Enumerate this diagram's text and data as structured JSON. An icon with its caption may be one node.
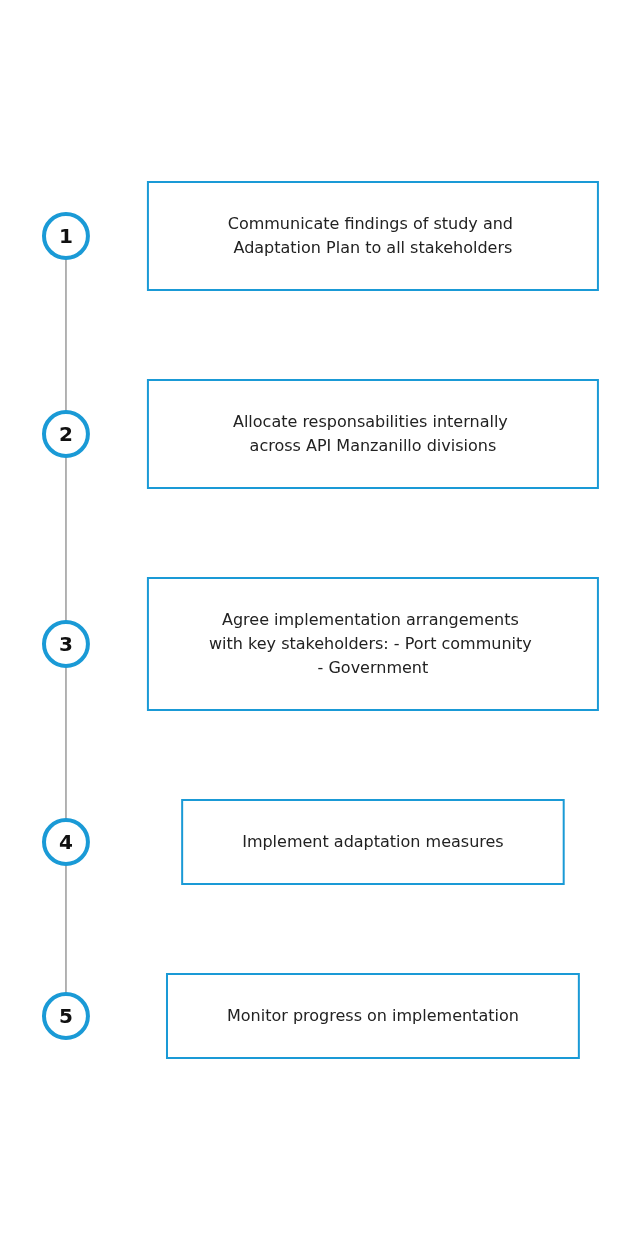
{
  "diagram": {
    "nodes": [
      {
        "text": [
          "1"
        ]
      },
      {
        "text": [
          "Communicate findings of study and Adaptation Plan to all stakeholders"
        ]
      },
      {
        "text": [
          "2"
        ]
      },
      {
        "text": [
          "Allocate responsabilities internally across API Manzanillo divisions"
        ]
      },
      {
        "text": [
          "3"
        ]
      },
      {
        "text": [
          "Agree implementation arrangements with key stakeholders: - Port community - Government"
        ]
      },
      {
        "text": [
          "4"
        ]
      },
      {
        "text": [
          "Implement adaptation measures"
        ]
      },
      {
        "text": [
          "5"
        ]
      },
      {
        "text": [
          "Monitor progress on implementation"
        ]
      }
    ],
    "edges": [
      {
        "from": 0,
        "to": 2,
        "arrow": "none"
      },
      {
        "from": 2,
        "to": 4,
        "arrow": "none"
      },
      {
        "from": 4,
        "to": 6,
        "arrow": "none"
      },
      {
        "from": 6,
        "to": 8,
        "arrow": "none"
      }
    ]
  }
}
